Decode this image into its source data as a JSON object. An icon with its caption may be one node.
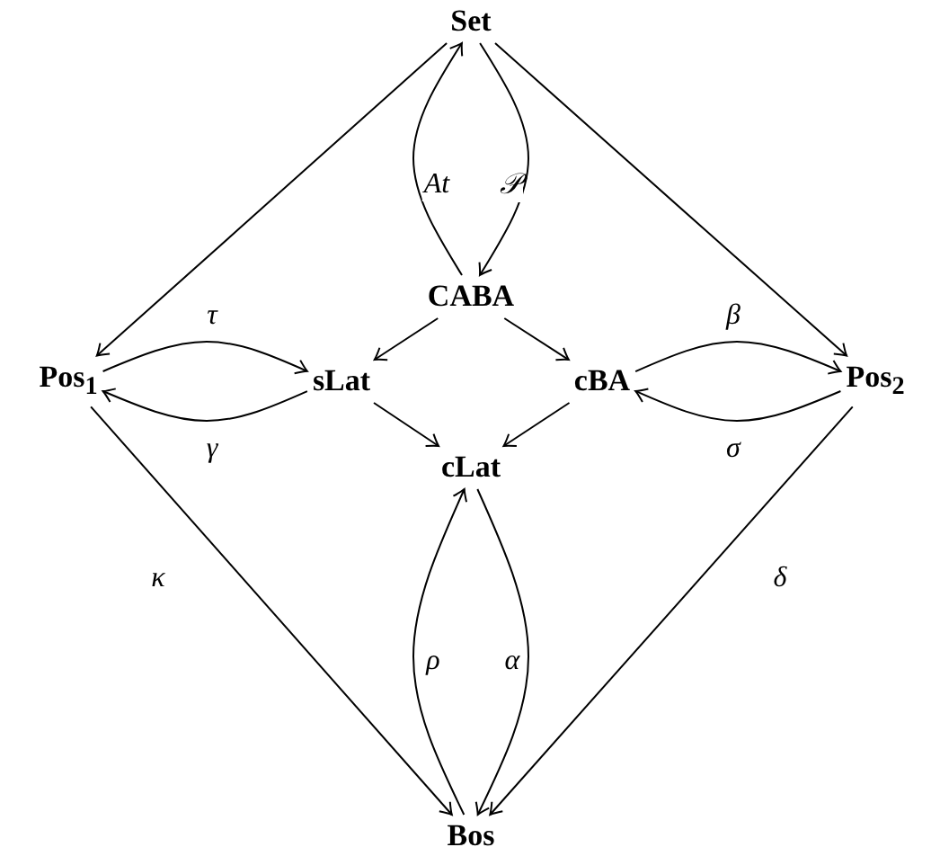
{
  "diagram": {
    "nodes": [
      {
        "text": [
          "Set"
        ]
      },
      {
        "text": [
          "CABA"
        ]
      },
      {
        "text": [
          "Pos$_{1}$"
        ]
      },
      {
        "text": [
          "sLat"
        ]
      },
      {
        "text": [
          "cBA"
        ]
      },
      {
        "text": [
          "Pos$_{2}$"
        ]
      },
      {
        "text": [
          "cLat"
        ]
      },
      {
        "text": [
          "Bos"
        ]
      }
    ],
    "edges": [
      {
        "from": 0,
        "to": 2,
        "arrow": "to"
      },
      {
        "from": 0,
        "to": 5,
        "arrow": "to"
      },
      {
        "from": 1,
        "to": 0,
        "arrow": "to",
        "label": "At"
      },
      {
        "from": 0,
        "to": 1,
        "arrow": "to",
        "label": "𝒫"
      },
      {
        "from": 1,
        "to": 3,
        "arrow": "to"
      },
      {
        "from": 1,
        "to": 4,
        "arrow": "to"
      },
      {
        "from": 2,
        "to": 3,
        "arrow": "to",
        "label": "τ"
      },
      {
        "from": 3,
        "to": 2,
        "arrow": "to",
        "label": "γ"
      },
      {
        "from": 4,
        "to": 5,
        "arrow": "to",
        "label": "β"
      },
      {
        "from": 5,
        "to": 4,
        "arrow": "to",
        "label": "σ"
      },
      {
        "from": 3,
        "to": 6,
        "arrow": "to"
      },
      {
        "from": 4,
        "to": 6,
        "arrow": "to"
      },
      {
        "from": 2,
        "to": 7,
        "arrow": "to",
        "label": "κ"
      },
      {
        "from": 5,
        "to": 7,
        "arrow": "to",
        "label": "δ"
      },
      {
        "from": 7,
        "to": 6,
        "arrow": "to",
        "label": "ρ"
      },
      {
        "from": 6,
        "to": 7,
        "arrow": "to",
        "label": "α"
      }
    ]
  }
}
